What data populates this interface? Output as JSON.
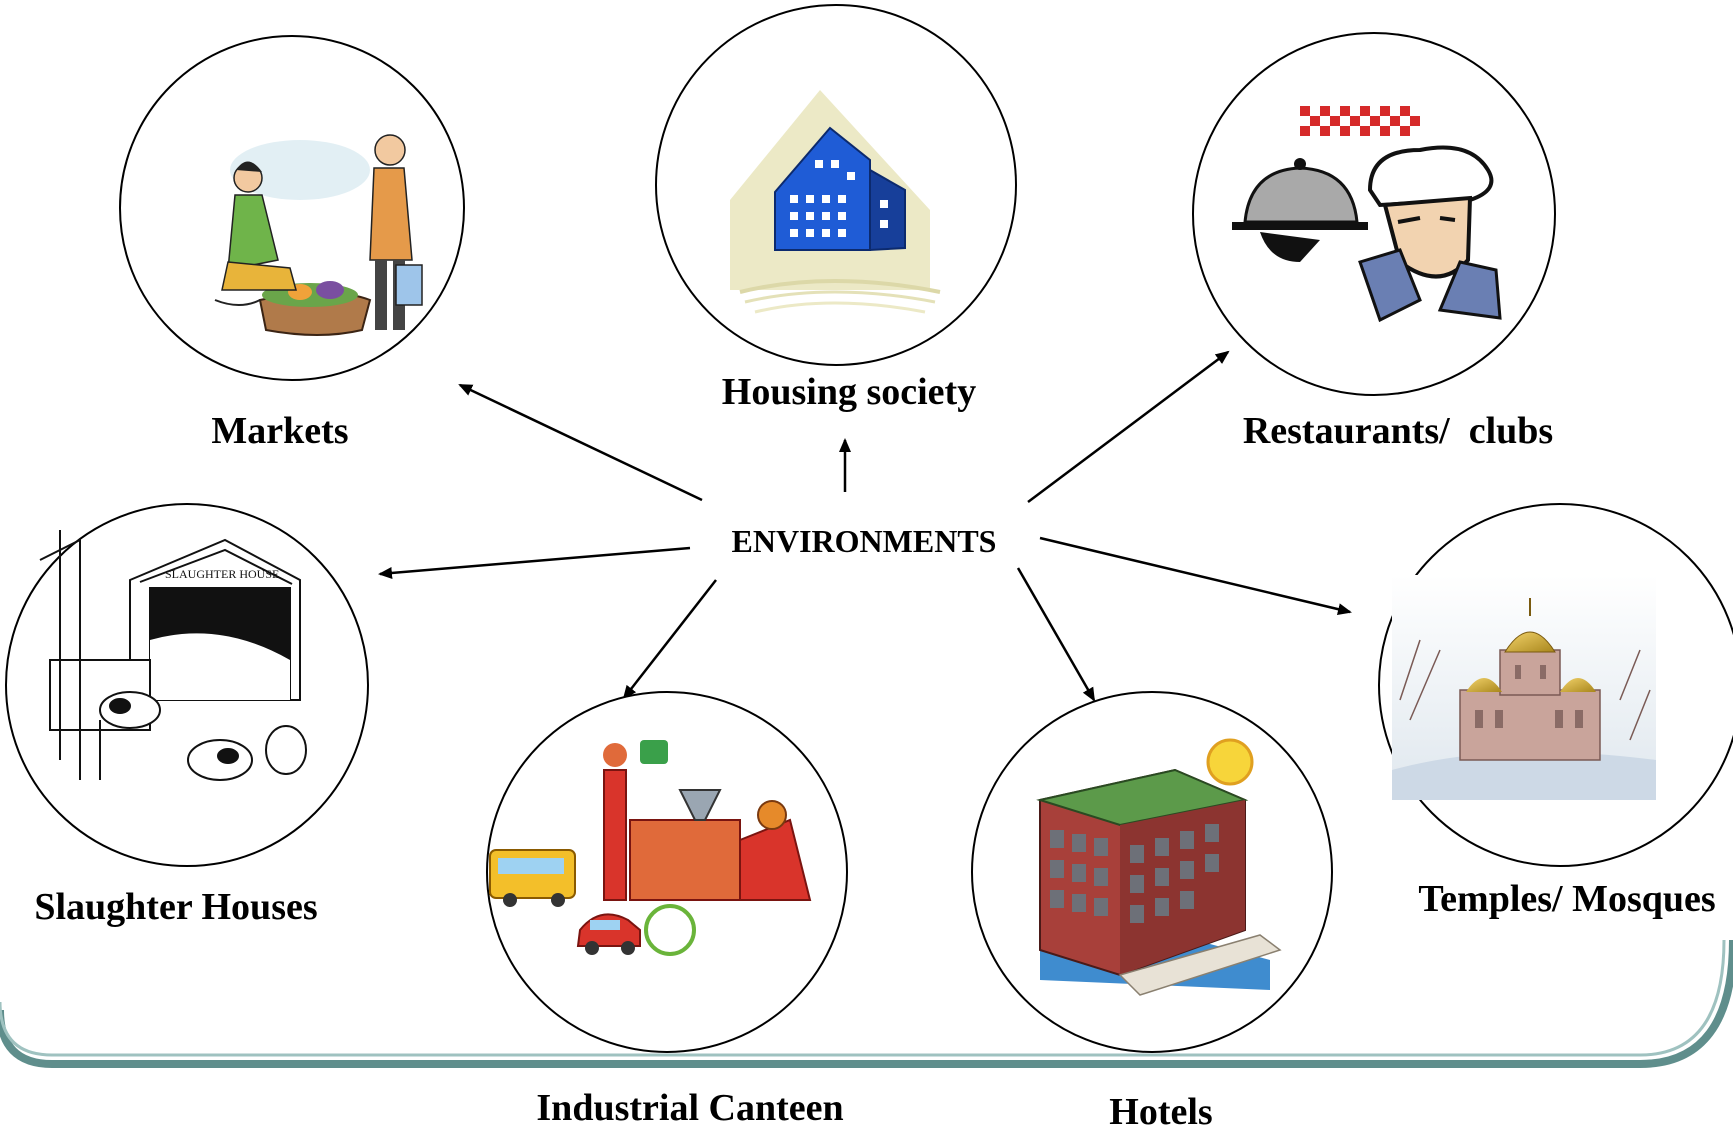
{
  "diagram": {
    "center_label": "ENVIRONMENTS",
    "nodes": [
      {
        "id": "markets",
        "label": "Markets",
        "icon": "market-vendor-icon"
      },
      {
        "id": "housing",
        "label": "Housing society",
        "icon": "building-icon"
      },
      {
        "id": "restaurants",
        "label": "Restaurants/  clubs",
        "icon": "chef-icon"
      },
      {
        "id": "slaughter",
        "label": "Slaughter Houses",
        "icon": "slaughter-house-icon"
      },
      {
        "id": "temples",
        "label": "Temples/ Mosques",
        "icon": "church-dome-icon"
      },
      {
        "id": "canteen",
        "label": "Industrial Canteen",
        "icon": "factory-icon"
      },
      {
        "id": "hotels",
        "label": "Hotels",
        "icon": "hotel-building-icon"
      }
    ]
  },
  "colors": {
    "frame_teal": "#5f8e8c",
    "frame_teal_light": "#9fc2c0",
    "building_blue": "#1f5cd6",
    "hotel_red": "#a8403a",
    "factory_red": "#d9342b"
  }
}
